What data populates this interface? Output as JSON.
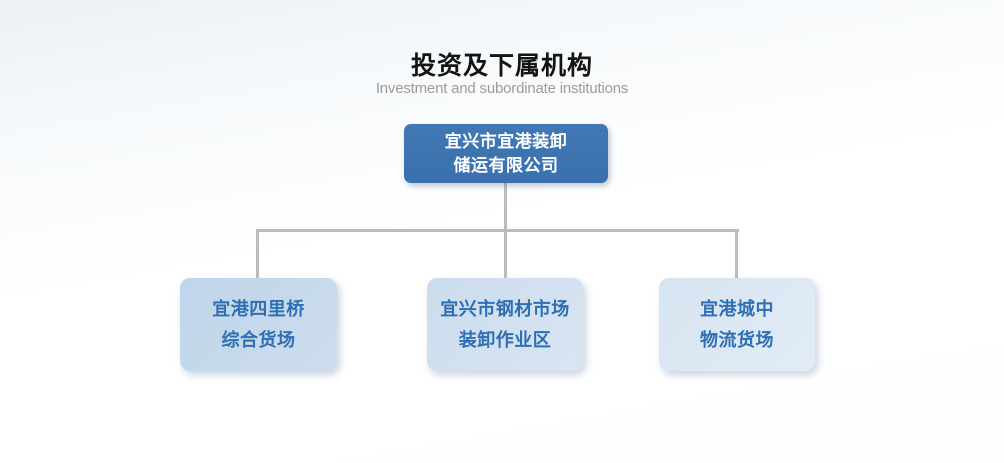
{
  "header": {
    "title": "投资及下属机构",
    "subtitle": "Investment and subordinate institutions"
  },
  "org_chart": {
    "type": "org-tree",
    "root": {
      "line1": "宜兴市宜港装卸",
      "line2": "储运有限公司",
      "full_name": "宜兴市宜港装卸储运有限公司"
    },
    "children": [
      {
        "line1": "宜港四里桥",
        "line2": "综合货场",
        "full_name": "宜港四里桥综合货场"
      },
      {
        "line1": "宜兴市钢材市场",
        "line2": "装卸作业区",
        "full_name": "宜兴市钢材市场装卸作业区"
      },
      {
        "line1": "宜港城中",
        "line2": "物流货场",
        "full_name": "宜港城中物流货场"
      }
    ]
  },
  "colors": {
    "root_node_fill": "#3a72b0",
    "root_node_text": "#ffffff",
    "child_node_fill_1": "#c2d7eb",
    "child_node_fill_2": "#cfdfee",
    "child_node_fill_3": "#dce8f4",
    "child_node_text": "#2f6fb4",
    "connector_line": "#bcbcbc",
    "title_text": "#141414",
    "subtitle_text": "#9b9b9b"
  }
}
